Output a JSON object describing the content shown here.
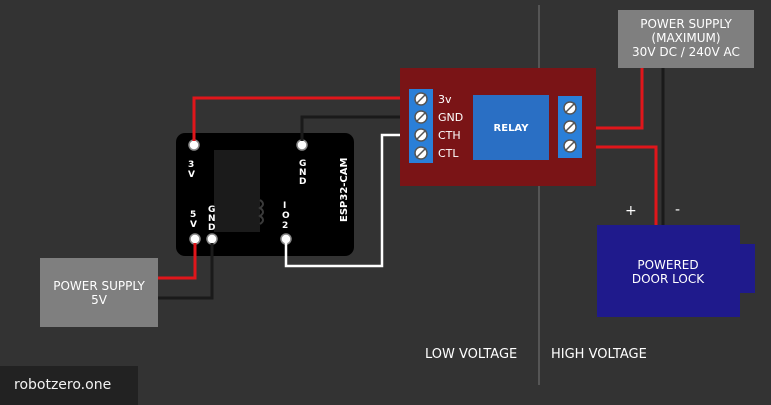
{
  "esp32": {
    "name": "ESP32-CAM",
    "pin_3v": "3V",
    "pin_gnd_top": "GND",
    "pin_5v": "5V",
    "pin_gnd_bottom": "GND",
    "pin_io2": "IO2"
  },
  "relay_module": {
    "label": "RELAY",
    "terminals": [
      "3v",
      "GND",
      "CTH",
      "CTL"
    ]
  },
  "power_supply_5v": {
    "line1": "POWER SUPPLY",
    "line2": "5V"
  },
  "power_supply_max": {
    "line1": "POWER SUPPLY",
    "line2": "(MAXIMUM)",
    "line3": "30V DC / 240V AC"
  },
  "door_lock": {
    "line1": "POWERED",
    "line2": "DOOR LOCK",
    "plus": "+",
    "minus": "-"
  },
  "zones": {
    "low": "LOW VOLTAGE",
    "high": "HIGH VOLTAGE"
  },
  "brand": "robotzero.one",
  "colors": {
    "background": "#333333",
    "wire_red": "#e0161b",
    "wire_black": "#1a1a1a",
    "wire_white": "#ffffff",
    "relay_board": "#7a1416",
    "relay_terminal": "#2a7fd8",
    "relay_body": "#2a6fc4",
    "door_lock": "#1f1a8c",
    "power_supply_box": "#7f7f7f"
  }
}
